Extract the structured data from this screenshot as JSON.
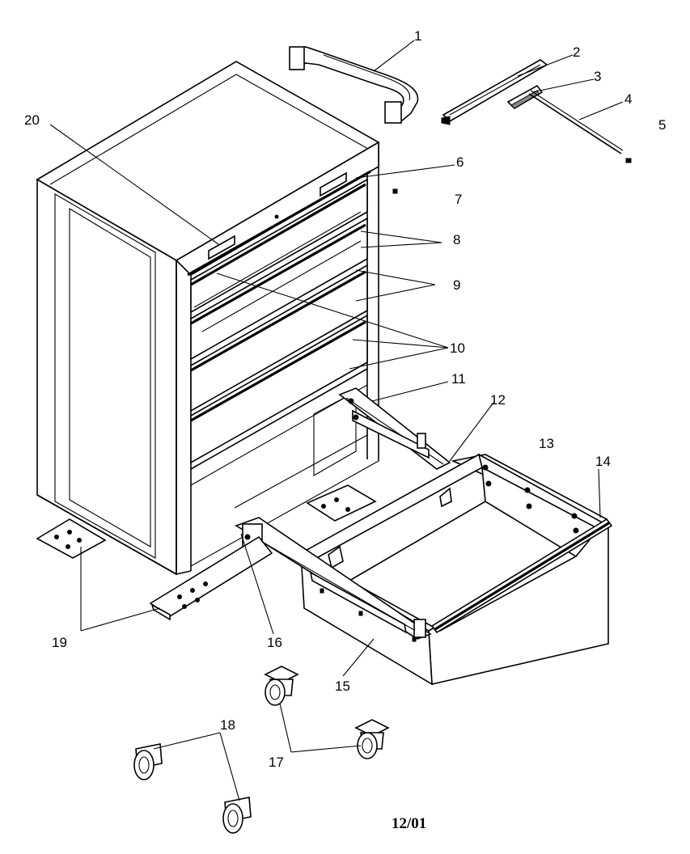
{
  "labels": {
    "p1": "1",
    "p2": "2",
    "p3": "3",
    "p4": "4",
    "p5": "5",
    "p6": "6",
    "p7": "7",
    "p8": "8",
    "p9": "9",
    "p10": "10",
    "p11": "11",
    "p12": "12",
    "p13": "13",
    "p14": "14",
    "p15": "15",
    "p16": "16",
    "p17": "17",
    "p18": "18",
    "p19": "19",
    "p20": "20"
  },
  "date": "12/01"
}
